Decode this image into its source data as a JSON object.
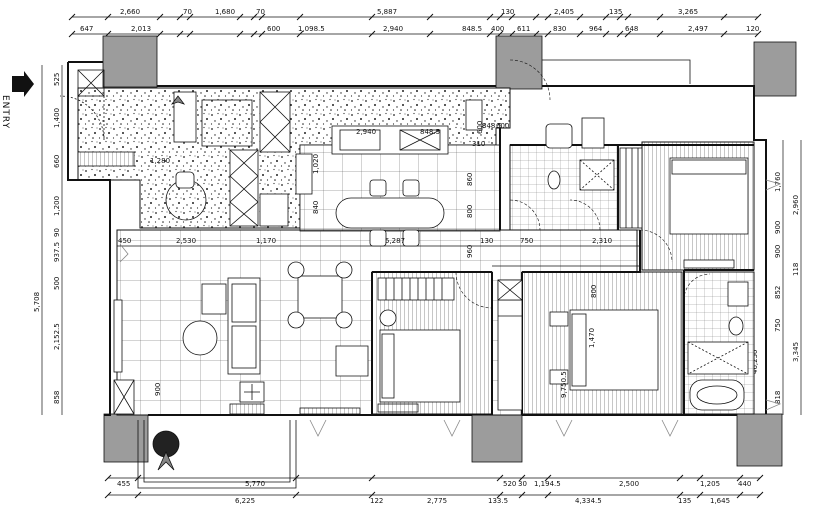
{
  "entry_label": "ENTRY",
  "dims_top_outer": [
    "2,660",
    "70",
    "1,680",
    "70",
    "5,887",
    "130",
    "2,405",
    "135",
    "3,265"
  ],
  "dims_top_inner": [
    "647",
    "2,013",
    "600",
    "1,098.5",
    "2,940",
    "848.5",
    "400",
    "611",
    "830",
    "964",
    "648",
    "2,497",
    "120"
  ],
  "dims_left": [
    "525",
    "1,400",
    "660",
    "1,200",
    "90",
    "937.5",
    "500",
    "5,708",
    "2,152.5",
    "858"
  ],
  "dims_right": [
    "1,760",
    "2,960",
    "900",
    "900",
    "118",
    "852",
    "750",
    "3,345",
    "46,250",
    "818"
  ],
  "dims_bottom_inner": [
    "455",
    "5,770",
    "520",
    "30",
    "1,194.5",
    "2,500",
    "1,205",
    "440"
  ],
  "dims_bottom_outer": [
    "6,225",
    "122",
    "2,775",
    "133.5",
    "4,334.5",
    "135",
    "1,645"
  ],
  "dims_interior": [
    "2,530",
    "1,170",
    "5,287",
    "130",
    "750",
    "2,310",
    "450",
    "1,280",
    "2,940",
    "848.5",
    "840",
    "1,020",
    "860",
    "800",
    "960",
    "800",
    "900",
    "1,470",
    "9,750.5",
    "600",
    "848.5",
    "310",
    "600"
  ],
  "colors": {
    "line": "#111111",
    "wall": "#9c9c9c",
    "grid": "#444444"
  }
}
